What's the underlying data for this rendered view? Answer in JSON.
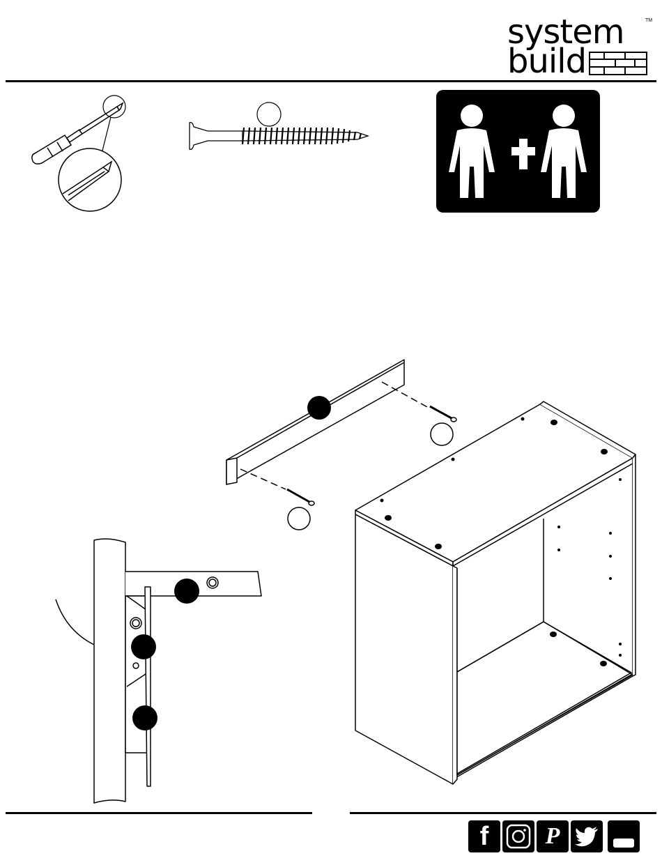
{
  "brand": {
    "line1": "system",
    "line2": "build",
    "trademark": "TM"
  },
  "icons": {
    "tool": "phillips-screwdriver-icon",
    "hardware": "wood-screw-icon",
    "people": "two-person-assembly-icon"
  },
  "social": [
    {
      "name": "facebook-icon",
      "glyph": "f"
    },
    {
      "name": "instagram-icon",
      "glyph": ""
    },
    {
      "name": "pinterest-icon",
      "glyph": "P"
    },
    {
      "name": "twitter-icon",
      "glyph": ""
    },
    {
      "name": "youtube-icon",
      "glyph": ""
    }
  ],
  "colors": {
    "ink": "#000000",
    "paper": "#ffffff"
  }
}
